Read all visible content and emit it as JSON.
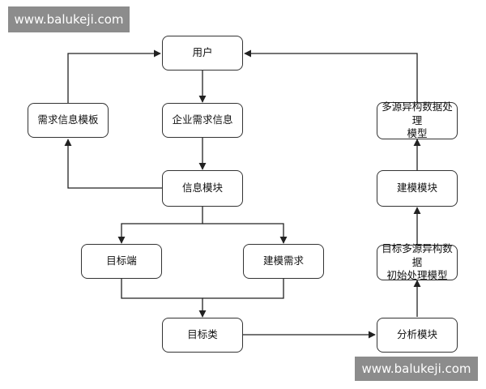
{
  "watermarks": {
    "top": "www.balukeji.com",
    "bottom": "www.balukeji.com"
  },
  "nodes": {
    "user": "用户",
    "demand_template": "需求信息模板",
    "enterprise_demand": "企业需求信息",
    "info_module": "信息模块",
    "target_end": "目标端",
    "modeling_demand": "建模需求",
    "target_class": "目标类",
    "analysis_module": "分析模块",
    "initial_model": "目标多源异构数据\n初始处理模型",
    "modeling_module": "建模模块",
    "processing_model": "多源异构数据处理\n模型"
  }
}
